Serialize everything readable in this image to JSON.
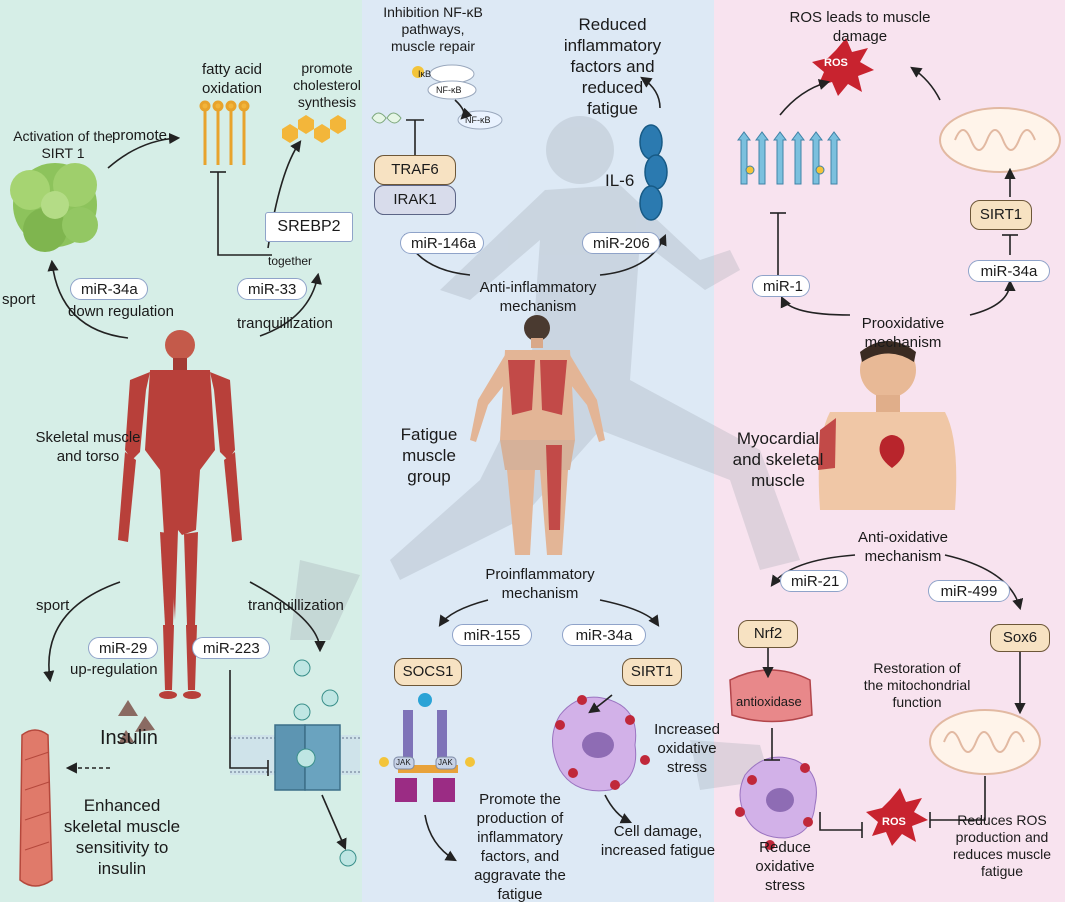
{
  "left": {
    "activation_sirt1": "Activation of the SIRT 1",
    "promote": "promote",
    "fatty_acid_oxidation": "fatty acid oxidation",
    "promote_cholesterol": "promote cholesterol synthesis",
    "srebp2": "SREBP2",
    "together": "together",
    "mir34a": "miR-34a",
    "down_regulation": "down regulation",
    "sport_top": "sport",
    "mir33": "miR-33",
    "tranquillization_top": "tranquillization",
    "skeletal_muscle_torso": "Skeletal muscle and torso",
    "sport_bottom": "sport",
    "tranquillization_bottom": "tranquillization",
    "mir29": "miR-29",
    "up_regulation": "up-regulation",
    "mir223": "miR-223",
    "insulin": "Insulin",
    "enhanced_sensitivity": "Enhanced skeletal muscle sensitivity to insulin"
  },
  "mid": {
    "inhibition_nfkb": "Inhibition NF-κB pathways, muscle repair",
    "ikb": "IκB",
    "nfkb_bound": "NF-κB",
    "nfkb_free": "NF-κB",
    "reduced_inflammatory": "Reduced inflammatory factors and reduced fatigue",
    "traf6": "TRAF6",
    "irak1": "IRAK1",
    "il6": "IL-6",
    "mir146a": "miR-146a",
    "mir206": "miR-206",
    "anti_inflammatory": "Anti-inflammatory mechanism",
    "fatigue_muscle_group": "Fatigue muscle group",
    "proinflammatory": "Proinflammatory mechanism",
    "mir155": "miR-155",
    "mir34a": "miR-34a",
    "socs1": "SOCS1",
    "sirt1": "SIRT1",
    "jak_left": "JAK",
    "jak_right": "JAK",
    "increased_oxidative": "Increased oxidative stress",
    "promote_production": "Promote the production of inflammatory factors, and aggravate the fatigue",
    "cell_damage": "Cell damage, increased fatigue"
  },
  "right": {
    "ros_damage": "ROS leads to muscle damage",
    "ros_top": "ROS",
    "sirt1": "SIRT1",
    "mir34a": "miR-34a",
    "mir1": "miR-1",
    "prooxidative": "Prooxidative mechanism",
    "myocardial_skeletal": "Myocardial and skeletal muscle",
    "anti_oxidative": "Anti-oxidative mechanism",
    "mir21": "miR-21",
    "mir499": "miR-499",
    "nrf2": "Nrf2",
    "sox6": "Sox6",
    "antioxidase": "antioxidase",
    "restoration": "Restoration of the mitochondrial function",
    "ros_bottom": "ROS",
    "reduce_oxidative": "Reduce oxidative stress",
    "reduces_ros": "Reduces ROS production and reduces muscle fatigue"
  },
  "colors": {
    "left_panel": "#d6eee7",
    "middle_panel": "#dde9f5",
    "right_panel": "#f8e3ef",
    "ros": "#c8232f"
  }
}
